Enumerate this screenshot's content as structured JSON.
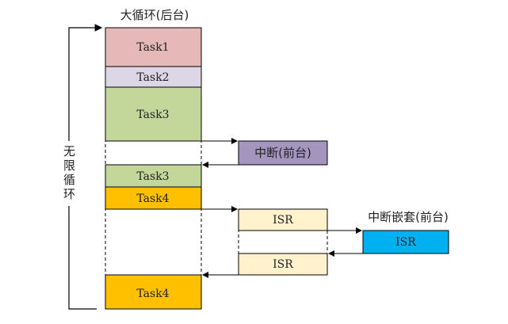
{
  "title": "大循环(后台)",
  "loop_label": "无限循环",
  "interrupt_label": "中断(前台)",
  "nested_label": "中断嵌套(前台)",
  "blocks": {
    "task1": {
      "label": "Task1",
      "color": "#e6b8b7"
    },
    "task2": {
      "label": "Task2",
      "color": "#dcd6e6"
    },
    "task3a": {
      "label": "Task3",
      "color": "#c4d79b"
    },
    "task3b": {
      "label": "Task3",
      "color": "#c4d79b"
    },
    "task4a": {
      "label": "Task4",
      "color": "#ffc000"
    },
    "task4b": {
      "label": "Task4",
      "color": "#ffc000"
    },
    "isr1": {
      "label": "ISR",
      "color": "#fff2cc"
    },
    "isr2": {
      "label": "ISR",
      "color": "#fff2cc"
    },
    "isr_nested": {
      "label": "ISR",
      "color": "#00b0f0"
    },
    "interrupt": {
      "color": "#a495bf"
    }
  }
}
